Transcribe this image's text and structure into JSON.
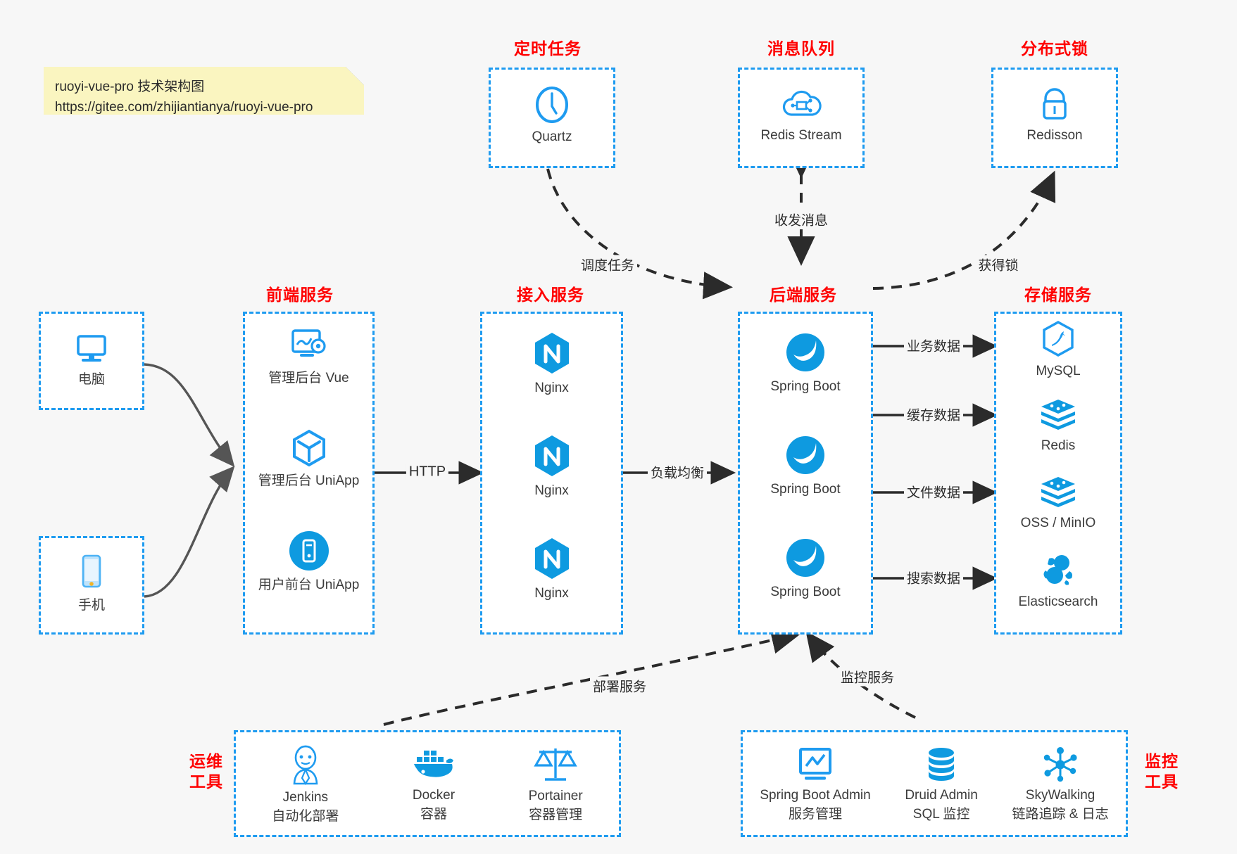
{
  "note": {
    "line1": "ruoyi-vue-pro 技术架构图",
    "line2": "https://gitee.com/zhijiantianya/ruoyi-vue-pro"
  },
  "colors": {
    "accent_blue": "#1e9bf0",
    "title_red": "#ff0000",
    "note_yellow": "#faf5c0",
    "background": "#f7f7f7",
    "text": "#3b3b3b",
    "arrow": "#2b2b2b",
    "curve_gray": "#555555"
  },
  "groups": {
    "scheduled_task": {
      "title": "定时任务",
      "nodes": [
        {
          "label": "Quartz",
          "icon": "clock-icon"
        }
      ]
    },
    "message_queue": {
      "title": "消息队列",
      "nodes": [
        {
          "label": "Redis Stream",
          "icon": "cloud-stream-icon"
        }
      ]
    },
    "distributed_lock": {
      "title": "分布式锁",
      "nodes": [
        {
          "label": "Redisson",
          "icon": "lock-icon"
        }
      ]
    },
    "clients": {
      "nodes": [
        {
          "label": "电脑",
          "icon": "desktop-icon"
        },
        {
          "label": "手机",
          "icon": "mobile-icon"
        }
      ]
    },
    "frontend": {
      "title": "前端服务",
      "nodes": [
        {
          "label": "管理后台 Vue",
          "icon": "dashboard-gear-icon"
        },
        {
          "label": "管理后台 UniApp",
          "icon": "cube-icon"
        },
        {
          "label": "用户前台 UniApp",
          "icon": "app-circle-icon"
        }
      ]
    },
    "gateway": {
      "title": "接入服务",
      "nodes": [
        {
          "label": "Nginx",
          "icon": "nginx-icon"
        },
        {
          "label": "Nginx",
          "icon": "nginx-icon"
        },
        {
          "label": "Nginx",
          "icon": "nginx-icon"
        }
      ]
    },
    "backend": {
      "title": "后端服务",
      "nodes": [
        {
          "label": "Spring Boot",
          "icon": "spring-leaf-icon"
        },
        {
          "label": "Spring Boot",
          "icon": "spring-leaf-icon"
        },
        {
          "label": "Spring Boot",
          "icon": "spring-leaf-icon"
        }
      ]
    },
    "storage": {
      "title": "存储服务",
      "nodes": [
        {
          "label": "MySQL",
          "icon": "mysql-dolphin-icon"
        },
        {
          "label": "Redis",
          "icon": "redis-stack-icon"
        },
        {
          "label": "OSS / MinIO",
          "icon": "redis-stack-icon"
        },
        {
          "label": "Elasticsearch",
          "icon": "elasticsearch-icon"
        }
      ]
    },
    "devops": {
      "title": "运维\n工具",
      "title_line1": "运维",
      "title_line2": "工具",
      "nodes": [
        {
          "label": "Jenkins",
          "sub": "自动化部署",
          "icon": "jenkins-butler-icon"
        },
        {
          "label": "Docker",
          "sub": "容器",
          "icon": "docker-whale-icon"
        },
        {
          "label": "Portainer",
          "sub": "容器管理",
          "icon": "scales-icon"
        }
      ]
    },
    "monitoring": {
      "title_line1": "监控",
      "title_line2": "工具",
      "nodes": [
        {
          "label": "Spring Boot Admin",
          "sub": "服务管理",
          "icon": "monitor-chart-icon"
        },
        {
          "label": "Druid Admin",
          "sub": "SQL 监控",
          "icon": "database-icon"
        },
        {
          "label": "SkyWalking",
          "sub": "链路追踪 & 日志",
          "icon": "skywalking-icon"
        }
      ]
    }
  },
  "edges": [
    {
      "id": "http",
      "label": "HTTP",
      "from": "frontend",
      "to": "gateway",
      "style": "solid"
    },
    {
      "id": "lb",
      "label": "负载均衡",
      "from": "gateway",
      "to": "backend",
      "style": "solid"
    },
    {
      "id": "biz-data",
      "label": "业务数据",
      "from": "backend",
      "to": "MySQL",
      "style": "solid"
    },
    {
      "id": "cache-data",
      "label": "缓存数据",
      "from": "backend",
      "to": "Redis",
      "style": "solid"
    },
    {
      "id": "file-data",
      "label": "文件数据",
      "from": "backend",
      "to": "OSS / MinIO",
      "style": "solid"
    },
    {
      "id": "search-data",
      "label": "搜索数据",
      "from": "backend",
      "to": "Elasticsearch",
      "style": "solid"
    },
    {
      "id": "schedule",
      "label": "调度任务",
      "from": "Quartz",
      "to": "backend",
      "style": "dashed"
    },
    {
      "id": "msg",
      "label": "收发消息",
      "from": "Redis Stream",
      "to": "backend",
      "style": "dashed-bidirectional"
    },
    {
      "id": "lock",
      "label": "获得锁",
      "from": "backend",
      "to": "Redisson",
      "style": "dashed"
    },
    {
      "id": "deploy",
      "label": "部署服务",
      "from": "devops",
      "to": "backend",
      "style": "dashed"
    },
    {
      "id": "monitor",
      "label": "监控服务",
      "from": "monitoring",
      "to": "backend",
      "style": "dashed"
    }
  ]
}
